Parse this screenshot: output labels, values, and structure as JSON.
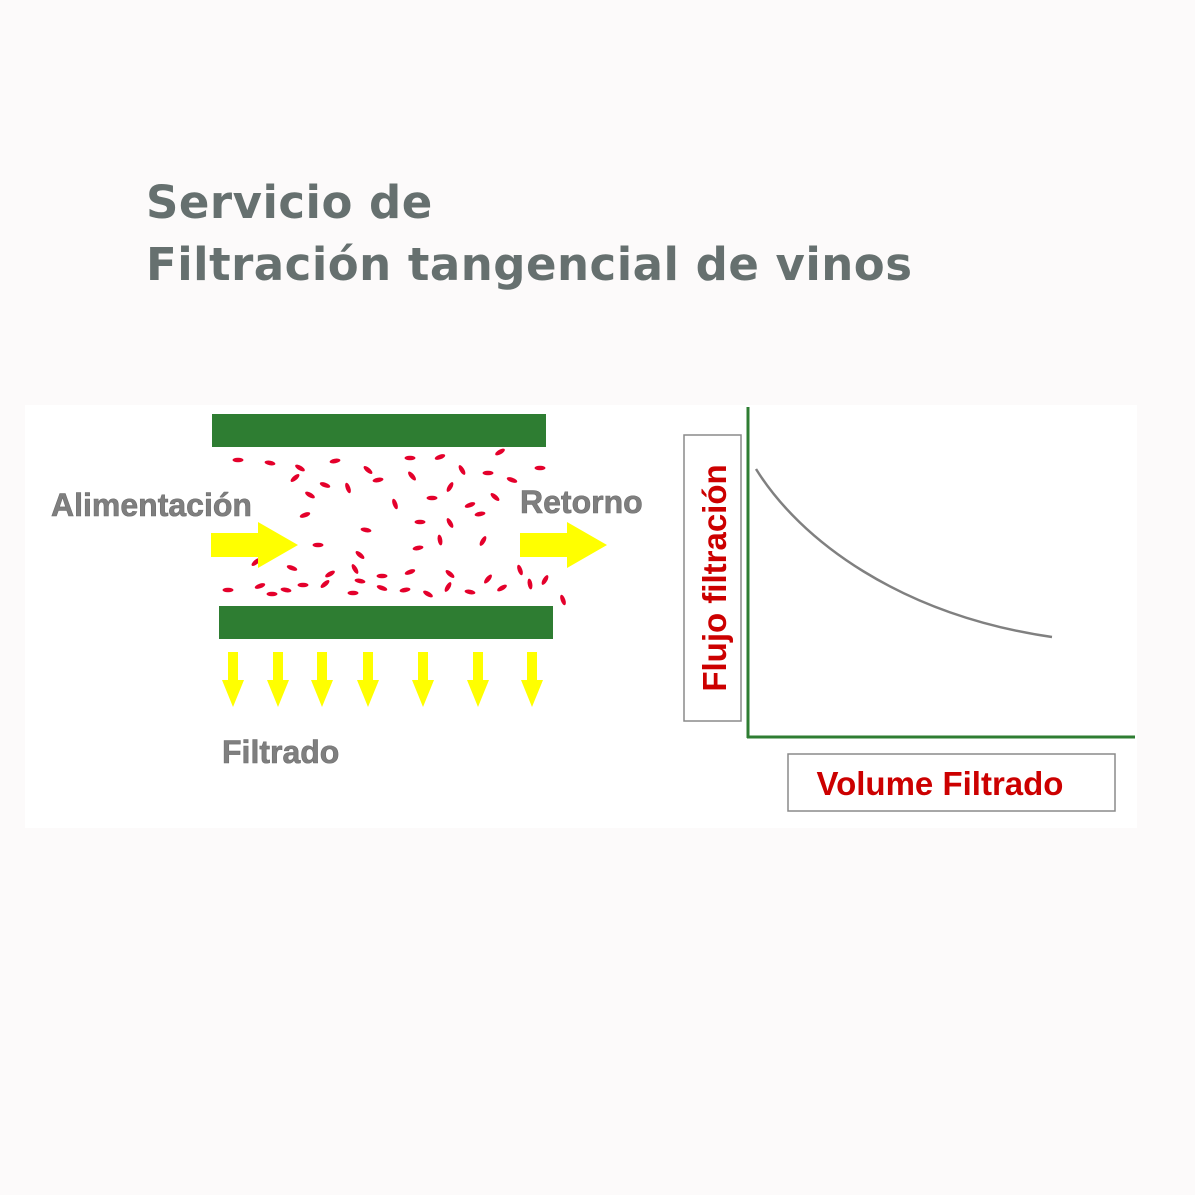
{
  "title": {
    "line1": "Servicio de",
    "line2": "Filtración tangencial de vinos"
  },
  "filter_diagram": {
    "feed_label": "Alimentación",
    "return_label": "Retorno",
    "filtrate_label": "Filtrado",
    "membrane_color": "#2e7d32",
    "arrow_color": "#ffff00",
    "particle_color": "#e4002b"
  },
  "flux_graph": {
    "y_axis_label": "Flujo filtración",
    "x_axis_label": "Volume Filtrado",
    "axis_color": "#2e7d32",
    "label_color": "#cc0000",
    "curve_color": "#808080",
    "trend": "decreasing"
  }
}
